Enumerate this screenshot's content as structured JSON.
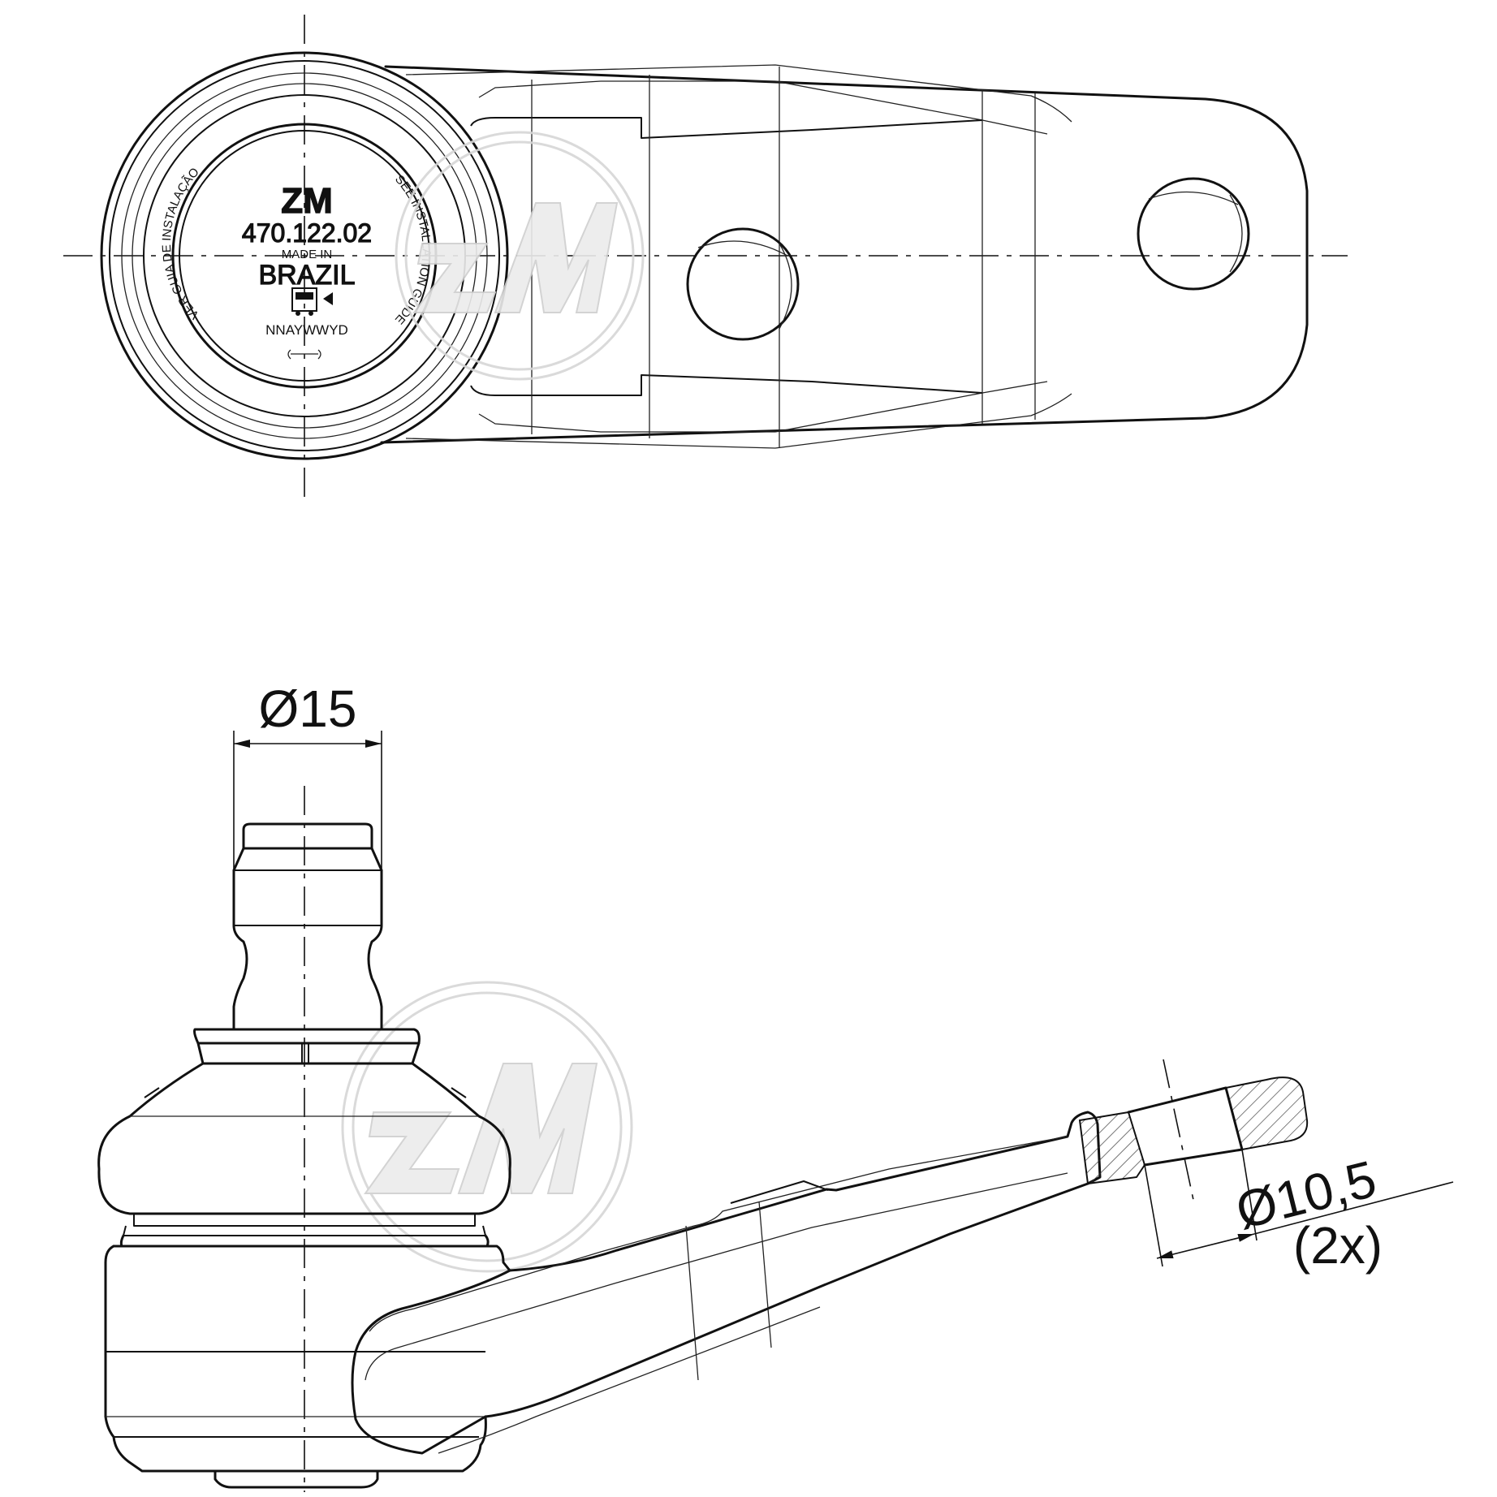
{
  "stamp": {
    "brand": "ZM",
    "part_number": "470.122.02",
    "origin_line1": "MADE IN",
    "origin_line2": "BRAZIL",
    "date_code": "NNAYWWYD",
    "ring_left": "VER GUIA DE INSTALAÇÃO",
    "ring_right": "SEE INSTALLATION GUIDE"
  },
  "dimensions": {
    "stud_diameter": "Ø15",
    "hole_diameter": "Ø10,5",
    "hole_count": "(2x)"
  },
  "colors": {
    "line": "#111111",
    "watermark": "#d6d6d6"
  }
}
